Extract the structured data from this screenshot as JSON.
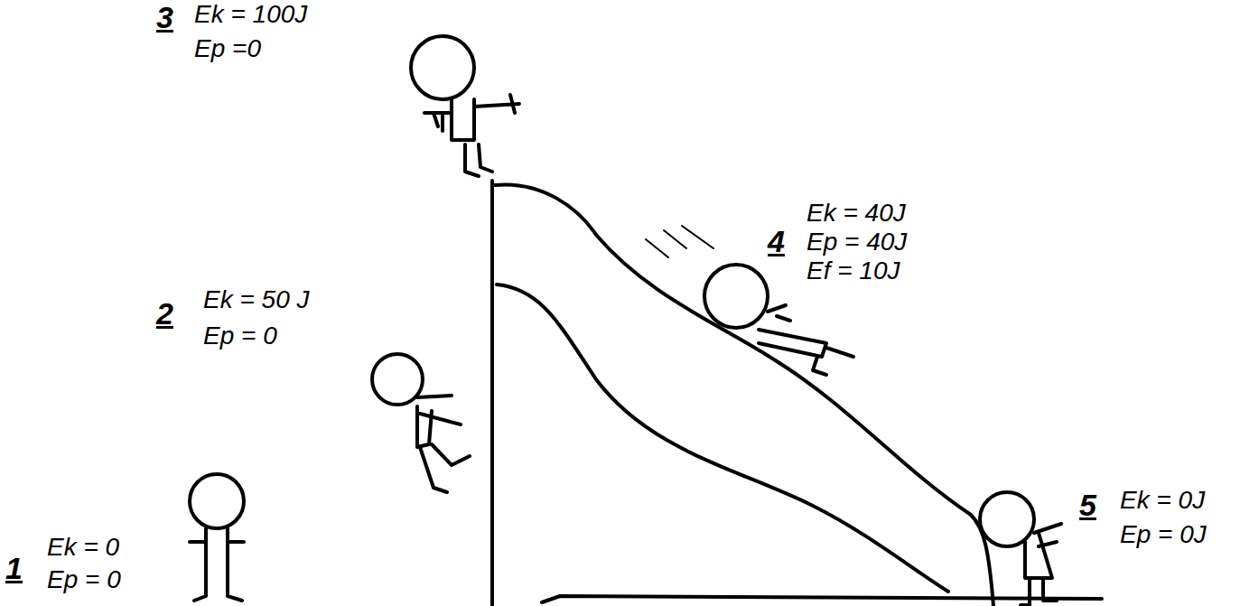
{
  "diagram": {
    "labels": [
      "3",
      "Ek = 100J",
      "Ep =0",
      "2",
      "Ek = 50 J",
      "Ep = 0",
      "4",
      "Ek = 40J",
      "Ep = 40J",
      "Ef = 10J",
      "1",
      "Ek = 0",
      "Ep = 0",
      "5",
      "Ek = 0J",
      "Ep = 0J"
    ]
  }
}
